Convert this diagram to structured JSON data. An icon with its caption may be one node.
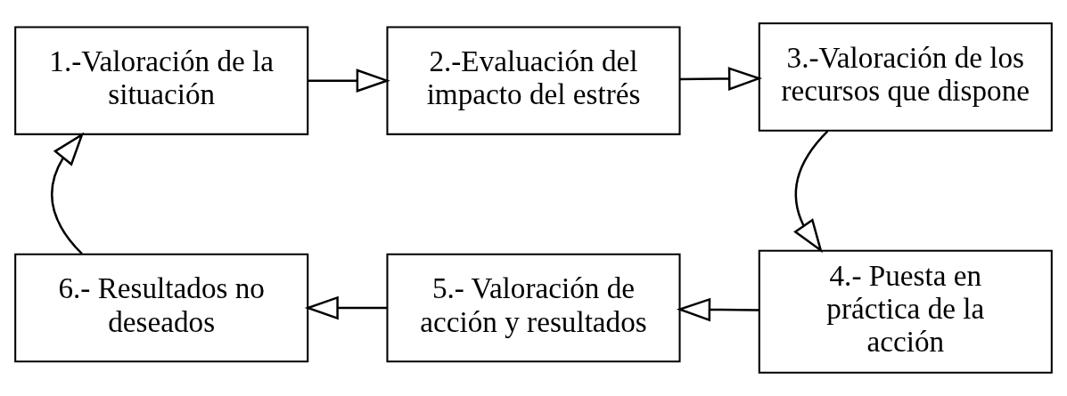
{
  "diagram": {
    "nodes": [
      {
        "text": [
          "1.-Valoración de la situación"
        ]
      },
      {
        "text": [
          "2.-Evaluación del impacto del estrés"
        ]
      },
      {
        "text": [
          "3.-Valoración de los recursos que dispone"
        ]
      },
      {
        "text": [
          "4.- Puesta en práctica de la acción"
        ]
      },
      {
        "text": [
          "5.- Valoración de acción y resultados"
        ]
      },
      {
        "text": [
          "6.- Resultados no deseados"
        ]
      }
    ],
    "edges": [
      {
        "from": 0,
        "to": 1,
        "arrow": "to"
      },
      {
        "from": 1,
        "to": 2,
        "arrow": "to"
      },
      {
        "from": 2,
        "to": 3,
        "arrow": "to"
      },
      {
        "from": 3,
        "to": 4,
        "arrow": "to"
      },
      {
        "from": 4,
        "to": 5,
        "arrow": "to"
      },
      {
        "from": 5,
        "to": 0,
        "arrow": "to"
      }
    ]
  }
}
